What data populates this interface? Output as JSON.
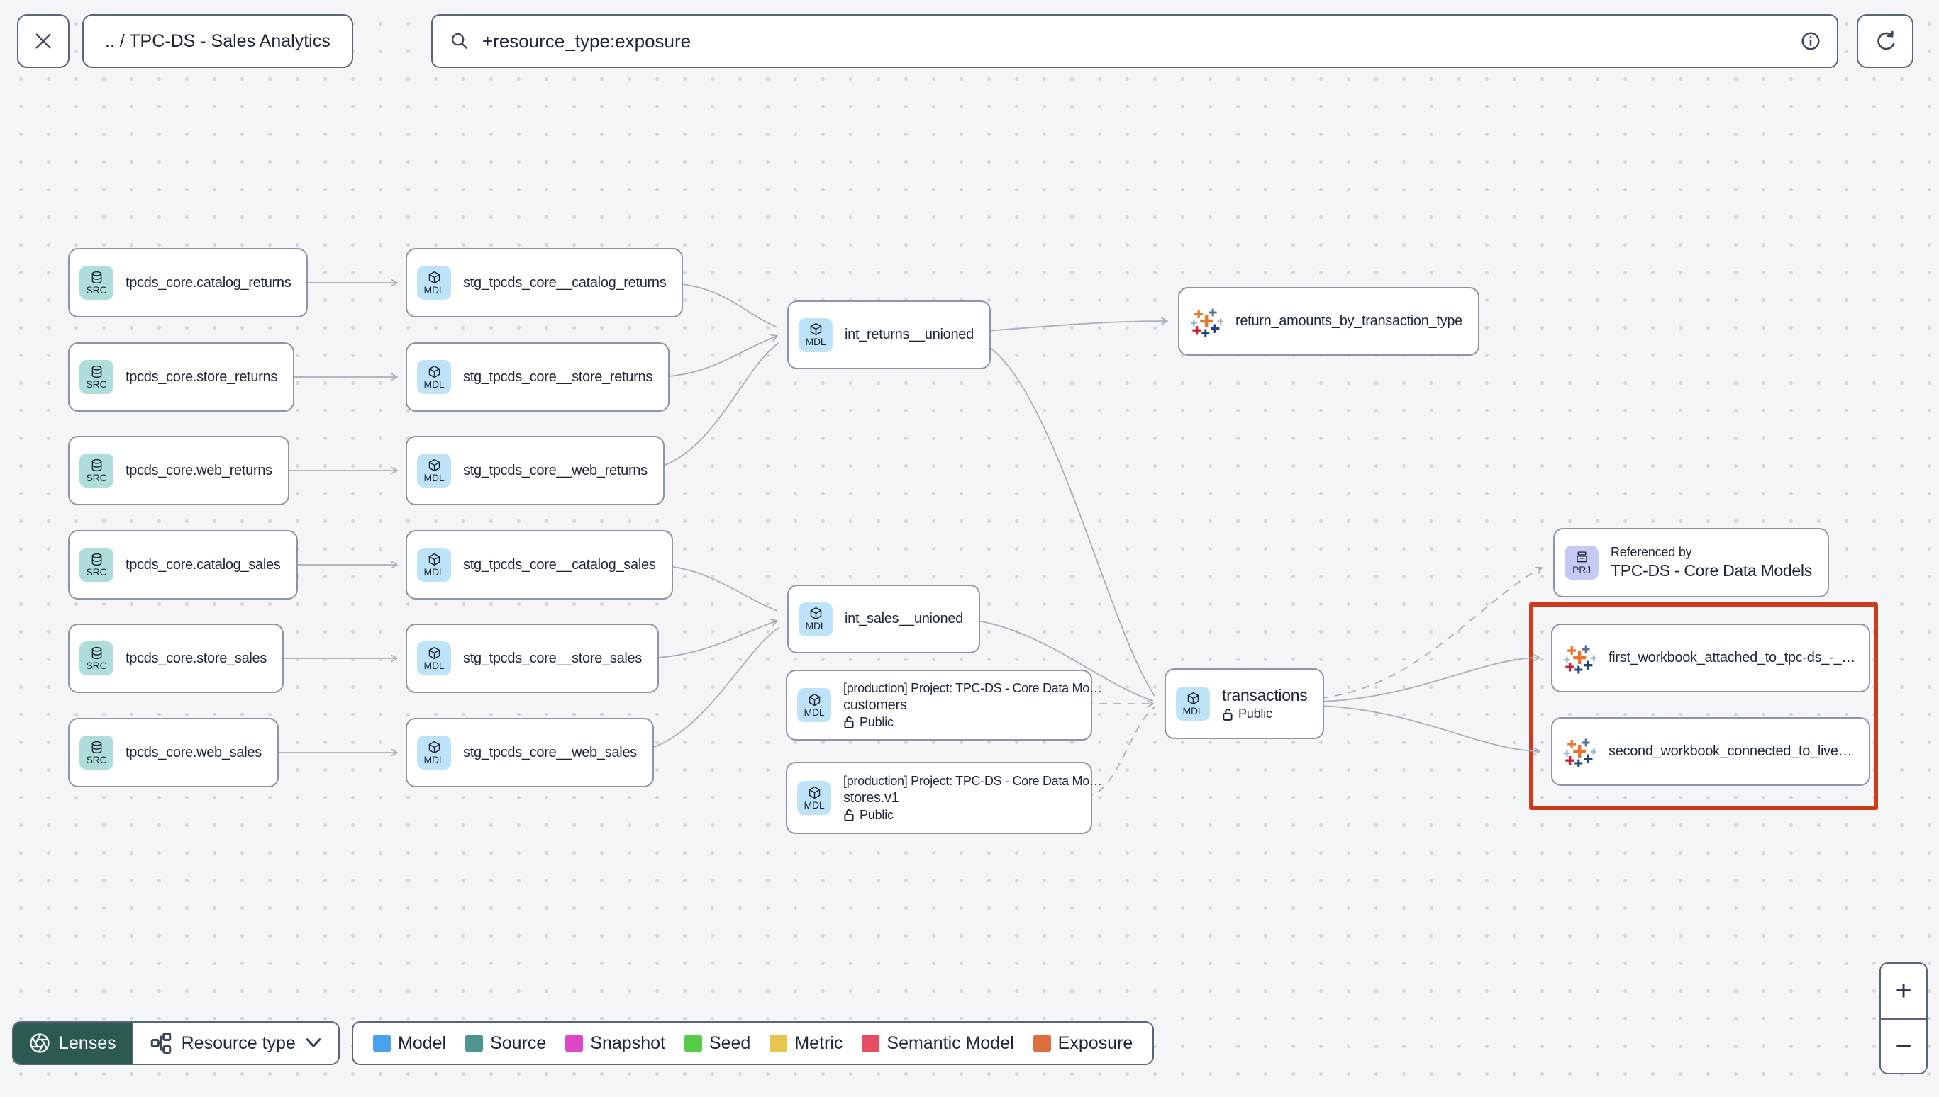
{
  "topbar": {
    "breadcrumb": ".. / TPC-DS - Sales Analytics",
    "search_value": "+resource_type:exposure"
  },
  "nodes": {
    "src_catalog_returns": {
      "badge": "SRC",
      "label": "tpcds_core.catalog_returns"
    },
    "src_store_returns": {
      "badge": "SRC",
      "label": "tpcds_core.store_returns"
    },
    "src_web_returns": {
      "badge": "SRC",
      "label": "tpcds_core.web_returns"
    },
    "src_catalog_sales": {
      "badge": "SRC",
      "label": "tpcds_core.catalog_sales"
    },
    "src_store_sales": {
      "badge": "SRC",
      "label": "tpcds_core.store_sales"
    },
    "src_web_sales": {
      "badge": "SRC",
      "label": "tpcds_core.web_sales"
    },
    "stg_catalog_returns": {
      "badge": "MDL",
      "label": "stg_tpcds_core__catalog_returns"
    },
    "stg_store_returns": {
      "badge": "MDL",
      "label": "stg_tpcds_core__store_returns"
    },
    "stg_web_returns": {
      "badge": "MDL",
      "label": "stg_tpcds_core__web_returns"
    },
    "stg_catalog_sales": {
      "badge": "MDL",
      "label": "stg_tpcds_core__catalog_sales"
    },
    "stg_store_sales": {
      "badge": "MDL",
      "label": "stg_tpcds_core__store_sales"
    },
    "stg_web_sales": {
      "badge": "MDL",
      "label": "stg_tpcds_core__web_sales"
    },
    "int_returns_unioned": {
      "badge": "MDL",
      "label": "int_returns__unioned"
    },
    "int_sales_unioned": {
      "badge": "MDL",
      "label": "int_sales__unioned"
    },
    "customers": {
      "badge": "MDL",
      "project": "[production] Project: TPC-DS - Core Data Mo…",
      "label": "customers",
      "access": "Public"
    },
    "stores_v1": {
      "badge": "MDL",
      "project": "[production] Project: TPC-DS - Core Data Mo…",
      "label": "stores.v1",
      "access": "Public"
    },
    "transactions": {
      "badge": "MDL",
      "label": "transactions",
      "access": "Public"
    },
    "referenced_by": {
      "badge": "PRJ",
      "title": "Referenced by",
      "label": "TPC-DS - Core Data Models"
    },
    "exp_return_amounts": {
      "label": "return_amounts_by_transaction_type"
    },
    "exp_first_workbook": {
      "label": "first_workbook_attached_to_tpc-ds_-_…"
    },
    "exp_second_workbook": {
      "label": "second_workbook_connected_to_live…"
    }
  },
  "controls": {
    "lenses_label": "Lenses",
    "resource_type_label": "Resource type"
  },
  "legend": {
    "items": [
      {
        "label": "Model",
        "color": "#4aa2ec"
      },
      {
        "label": "Source",
        "color": "#4f958f"
      },
      {
        "label": "Snapshot",
        "color": "#e047c5"
      },
      {
        "label": "Seed",
        "color": "#55cb47"
      },
      {
        "label": "Metric",
        "color": "#e7c64d"
      },
      {
        "label": "Semantic Model",
        "color": "#e64e63"
      },
      {
        "label": "Exposure",
        "color": "#db6f40"
      }
    ]
  },
  "zoom_controls": {
    "zoom_in": "+",
    "zoom_out": "−"
  },
  "colors": {
    "src_chip": "#afdeda",
    "mdl_chip": "#bee3f8",
    "prj_chip": "#c6c9f4",
    "lenses_bg": "#2c5a50",
    "highlight_box": "#ce3a1e",
    "edge": "#a6afbc"
  }
}
